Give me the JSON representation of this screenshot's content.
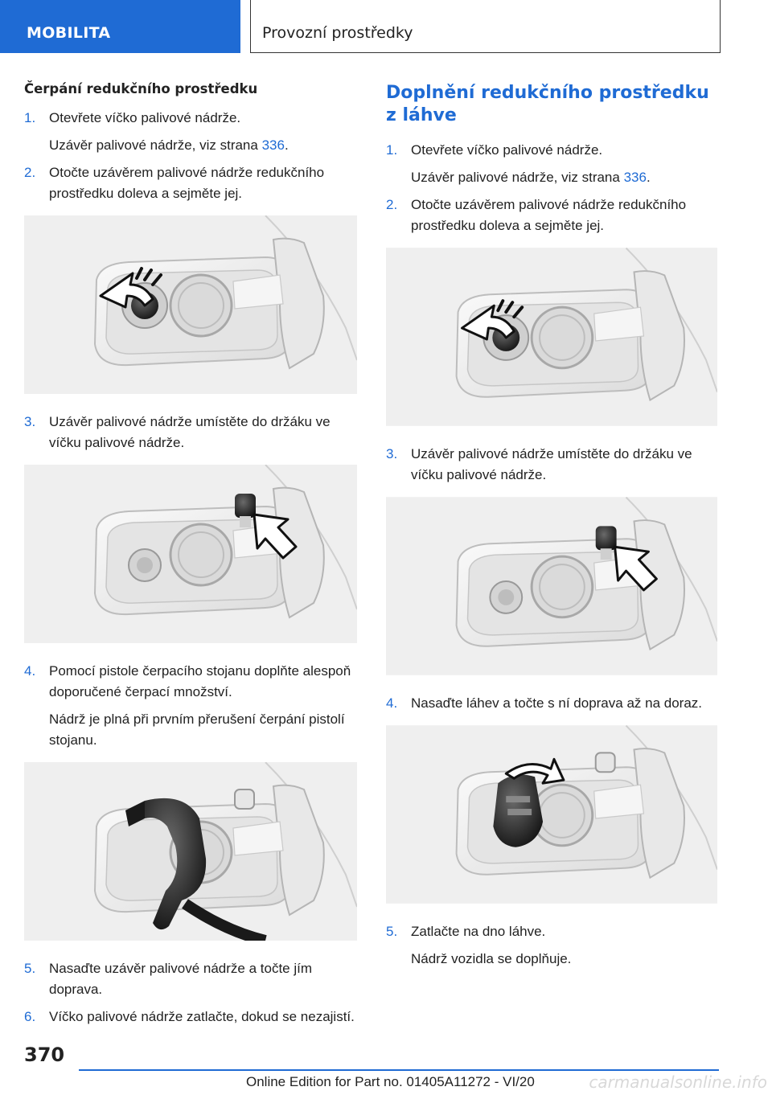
{
  "header": {
    "section": "MOBILITA",
    "chapter": "Provozní prostředky"
  },
  "left": {
    "subheading": "Čerpání redukčního prostředku",
    "steps": [
      {
        "num": "1.",
        "text": "Otevřete víčko palivové nádrže.",
        "note_pre": "Uzávěr palivové nádrže, viz strana ",
        "note_link": "336",
        "note_post": "."
      },
      {
        "num": "2.",
        "text": "Otočte uzávěrem palivové nádrže redukčního prostředku doleva a sejměte jej."
      },
      {
        "num": "3.",
        "text": "Uzávěr palivové nádrže umístěte do držáku ve víčku palivové nádrže."
      },
      {
        "num": "4.",
        "text": "Pomocí pistole čerpacího stojanu doplňte ale­spoň doporučené čerpací množství.",
        "note": "Nádrž je plná při prvním přerušení čerpání pi­stolí stojanu."
      },
      {
        "num": "5.",
        "text": "Nasaďte uzávěr palivové nádrže a točte jím doprava."
      },
      {
        "num": "6.",
        "text": "Víčko palivové nádrže zatlačte, dokud se ne­zajistí."
      }
    ]
  },
  "right": {
    "heading": "Doplnění redukčního prostředku z láhve",
    "steps": [
      {
        "num": "1.",
        "text": "Otevřete víčko palivové nádrže.",
        "note_pre": "Uzávěr palivové nádrže, viz strana ",
        "note_link": "336",
        "note_post": "."
      },
      {
        "num": "2.",
        "text": "Otočte uzávěrem palivové nádrže redukčního prostředku doleva a sejměte jej."
      },
      {
        "num": "3.",
        "text": "Uzávěr palivové nádrže umístěte do držáku ve víčku palivové nádrže."
      },
      {
        "num": "4.",
        "text": "Nasaďte láhev a točte s ní doprava až na do­raz."
      },
      {
        "num": "5.",
        "text": "Zatlačte na dno láhve.",
        "note": "Nádrž vozidla se doplňuje."
      }
    ]
  },
  "footer": {
    "page_number": "370",
    "edition": "Online Edition for Part no. 01405A11272 - VI/20",
    "watermark": "carmanualsonline.info"
  },
  "colors": {
    "accent": "#1f6bd4",
    "text": "#222222"
  },
  "figures": [
    {
      "id": "fig-cap-left",
      "icon": "rotate-left-arrow-icon"
    },
    {
      "id": "fig-cap-holder",
      "icon": "pointer-arrow-icon"
    },
    {
      "id": "fig-nozzle",
      "icon": "fuel-nozzle-icon"
    },
    {
      "id": "fig-bottle",
      "icon": "rotate-right-arrow-icon"
    }
  ]
}
